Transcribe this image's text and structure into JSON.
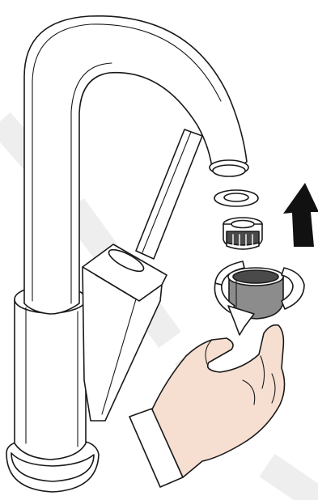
{
  "diagram": {
    "subject": "faucet-aerator-removal",
    "steps": [
      {
        "part": "faucet"
      },
      {
        "part": "sealing-ring"
      },
      {
        "part": "aerator-insert"
      },
      {
        "part": "aerator-housing",
        "action": "unscrew-rotate"
      },
      {
        "part": "hand"
      }
    ],
    "direction_arrow": {
      "icon": "arrow-up-icon",
      "meaning": "remove-upward"
    }
  },
  "colors": {
    "stroke": "#1a1a1a",
    "fill": "#ffffff",
    "aerator_grey": "#8c8c8c",
    "aerator_dark": "#4a4a4a",
    "skin": "#f6dfd1",
    "arrow": "#111111",
    "watermark": "#eeeeee"
  }
}
